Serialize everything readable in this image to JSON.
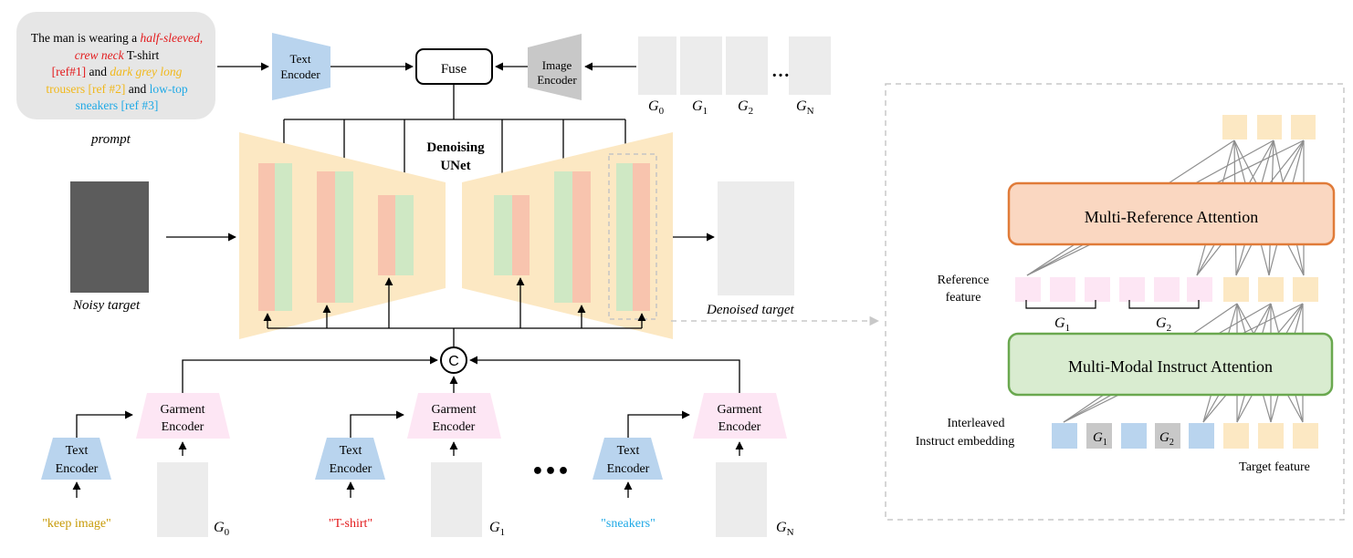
{
  "prompt": {
    "p1": "The man is wearing a ",
    "p2": "half-sleeved, crew neck",
    "p3": " T-shirt",
    "p4": "[ref#1]",
    "p5": " and ",
    "p6": "dark grey long",
    "p7": "trousers [ref #2]",
    "p8": " and ",
    "p9": "low-top",
    "p10": "sneakers [ref #3]",
    "label": "prompt"
  },
  "top": {
    "text_encoder_1": "Text",
    "text_encoder_2": "Encoder",
    "fuse": "Fuse",
    "image_encoder_1": "Image",
    "image_encoder_2": "Encoder",
    "gallery_labels": [
      "G",
      "G",
      "G",
      "G"
    ],
    "gallery_subs": [
      "0",
      "1",
      "2",
      "N"
    ],
    "ellipsis": "…"
  },
  "unet": {
    "title_1": "Denoising",
    "title_2": "UNet",
    "noisy_label": "Noisy target",
    "denoised_label": "Denoised target",
    "concat": "C"
  },
  "bottom": {
    "garment_encoder_1": "Garment",
    "garment_encoder_2": "Encoder",
    "text_encoder_1": "Text",
    "text_encoder_2": "Encoder",
    "captions": [
      "\"keep image\"",
      "\"T-shirt\"",
      "\"sneakers\""
    ],
    "caption_colors": [
      "#c79a06",
      "#e31a1c",
      "#1fa9e6"
    ],
    "g_labels": [
      "G",
      "G",
      "G"
    ],
    "g_subs": [
      "0",
      "1",
      "N"
    ],
    "ellipsis": "•••"
  },
  "detail": {
    "mra": "Multi-Reference Attention",
    "mmia": "Multi-Modal Instruct Attention",
    "ref_feature_1": "Reference",
    "ref_feature_2": "feature",
    "interleaved_1": "Interleaved",
    "interleaved_2": "Instruct embedding",
    "target_feature": "Target feature",
    "g1": "G",
    "g1_sub": "1",
    "g2": "G",
    "g2_sub": "2"
  },
  "colors": {
    "peach": "#fce8c3",
    "salmon": "#f8c4ae",
    "green": "#cfe8c4",
    "blue": "#b9d4ee",
    "pink": "#fde6f4",
    "grey_encoder": "#c8c8c8",
    "orange_block": "#fad7c1",
    "orange_border": "#e07b39",
    "green_block": "#d9ecd0",
    "green_border": "#6aa84f"
  }
}
